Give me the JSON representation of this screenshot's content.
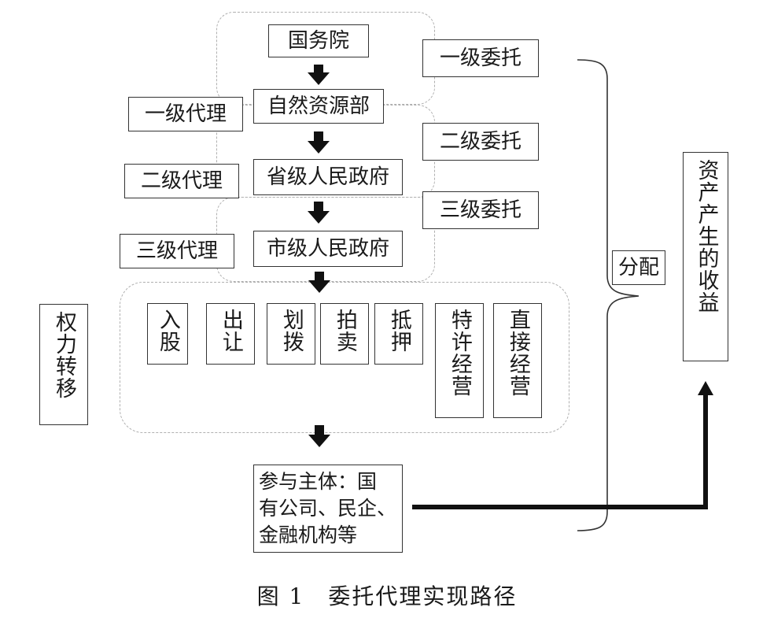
{
  "hierarchy": {
    "state_council": "国务院",
    "ministry": "自然资源部",
    "provincial_gov": "省级人民政府",
    "municipal_gov": "市级人民政府"
  },
  "entrust": {
    "level1": "一级委托",
    "level2": "二级委托",
    "level3": "三级委托"
  },
  "agency": {
    "level1": "一级代理",
    "level2": "二级代理",
    "level3": "三级代理"
  },
  "rights_transfer_label": "权力转移",
  "transfer_methods": [
    {
      "label": "入股"
    },
    {
      "label": "出让"
    },
    {
      "label": "划拨"
    },
    {
      "label": "拍卖"
    },
    {
      "label": "抵押"
    },
    {
      "label": "特许经营"
    },
    {
      "label": "直接经营"
    }
  ],
  "participants": {
    "line1": "参与主体：国",
    "line2": "有公司、民企、",
    "line3": "金融机构等"
  },
  "distribution_label": "分配",
  "asset_income_label": "资产产生的收益",
  "caption": "图 1　委托代理实现路径"
}
